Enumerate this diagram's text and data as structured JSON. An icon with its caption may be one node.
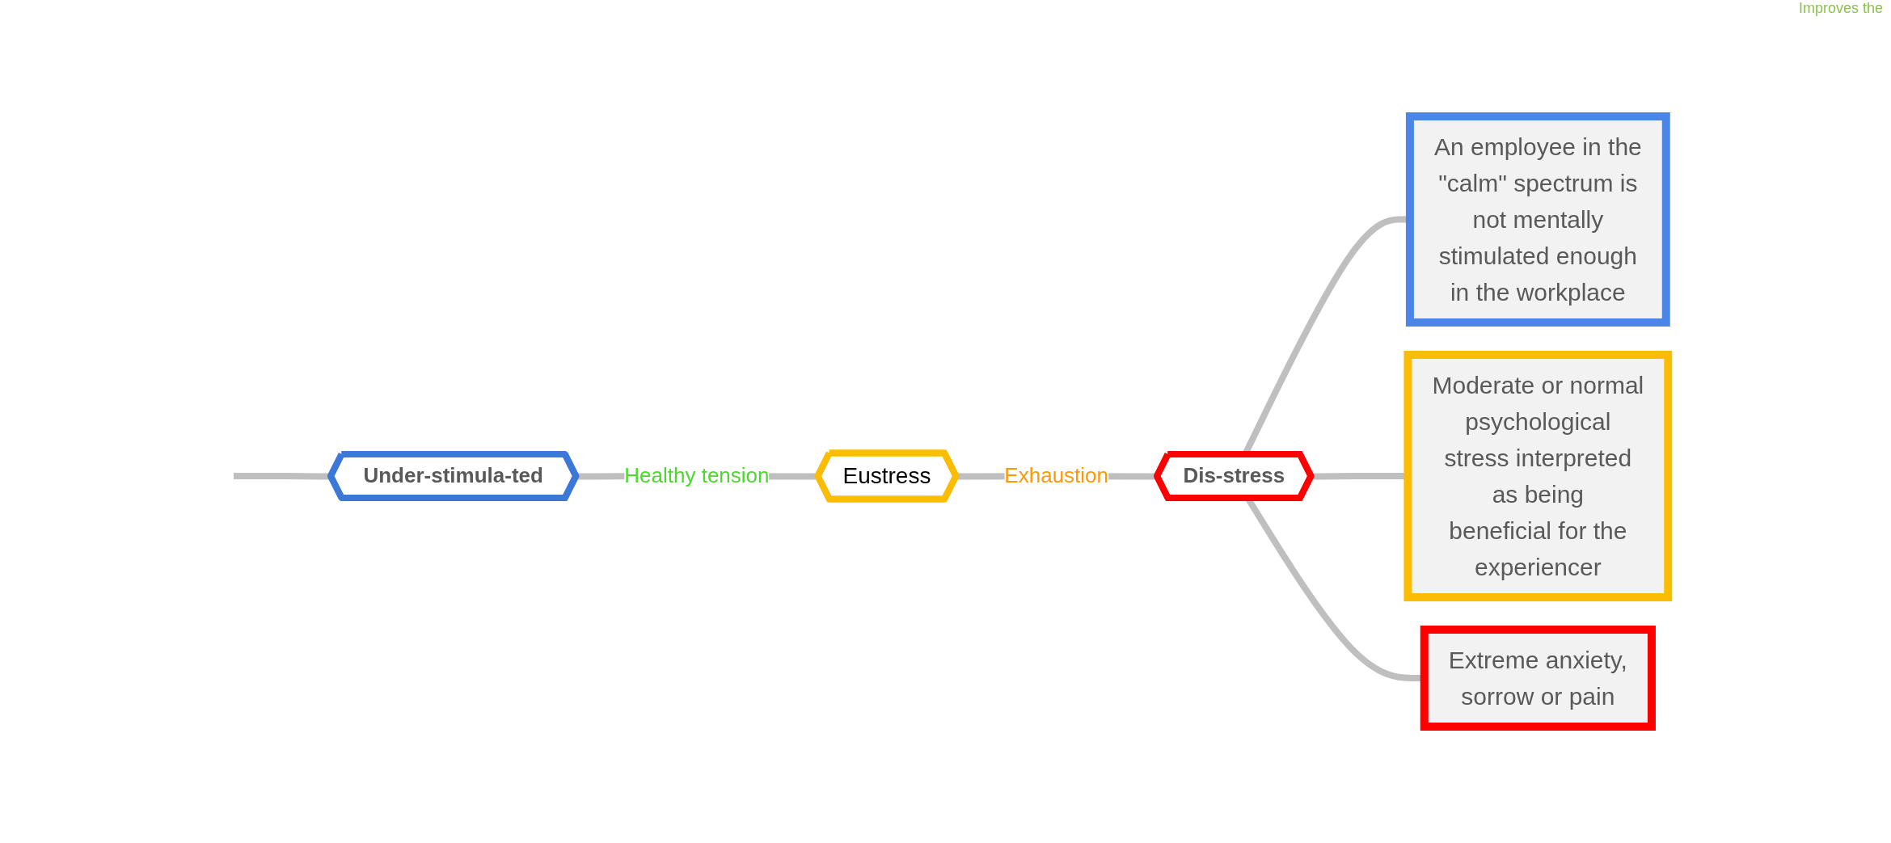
{
  "diagram": {
    "nodes": [
      {
        "text": [
          "Under-stimula-ted"
        ]
      },
      {
        "text": [
          "Eustress"
        ]
      },
      {
        "text": [
          "Dis-stress"
        ]
      },
      {
        "text": [
          "An employee in the \"calm\" spectrum is not mentally stimulated enough in the workplace"
        ]
      },
      {
        "text": [
          "Moderate or normal psychological stress interpreted as being beneficial for the experiencer"
        ]
      },
      {
        "text": [
          "Extreme anxiety, sorrow or pain"
        ]
      }
    ],
    "edges": [
      {
        "from": null,
        "to": 0,
        "arrow": "none"
      },
      {
        "from": 0,
        "to": 1,
        "arrow": "none",
        "label": "Healthy tension"
      },
      {
        "from": 1,
        "to": 2,
        "arrow": "none",
        "label": "Exhaustion"
      },
      {
        "from": 2,
        "to": 3,
        "arrow": "to"
      },
      {
        "from": 2,
        "to": 4,
        "arrow": "to"
      },
      {
        "from": 2,
        "to": 5,
        "arrow": "to"
      }
    ],
    "labels": [
      "Improves the"
    ]
  }
}
